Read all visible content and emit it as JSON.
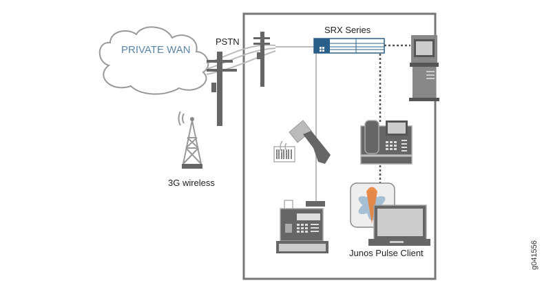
{
  "diagram": {
    "cloud_label": "PRIVATE WAN",
    "labels": {
      "pstn": "PSTN",
      "srx": "SRX Series",
      "wireless": "3G wireless",
      "junos_client": "Junos Pulse Client",
      "figure_id": "g041556"
    },
    "colors": {
      "cloud_text": "#5b86a6",
      "srx_accent": "#2a5f8a",
      "device_dark": "#666666",
      "device_light": "#cccccc",
      "pulse_orange": "#e8823a",
      "pulse_blue": "#8fb0cc"
    },
    "nodes": [
      "private-wan-cloud",
      "pstn-utility-pole",
      "3g-wireless-tower",
      "srx-series-gateway",
      "kiosk-terminal",
      "ip-phone",
      "barcode-scanner",
      "cash-register",
      "junos-pulse-client-laptop"
    ],
    "connections": [
      {
        "from": "srx-series-gateway",
        "to": "pstn-utility-pole",
        "style": "solid"
      },
      {
        "from": "srx-series-gateway",
        "to": "kiosk-terminal",
        "style": "dotted"
      },
      {
        "from": "srx-series-gateway",
        "to": "ip-phone",
        "style": "dotted"
      },
      {
        "from": "ip-phone",
        "to": "junos-pulse-client-laptop",
        "style": "dotted"
      },
      {
        "from": "srx-series-gateway",
        "to": "cash-register",
        "style": "solid"
      }
    ]
  }
}
